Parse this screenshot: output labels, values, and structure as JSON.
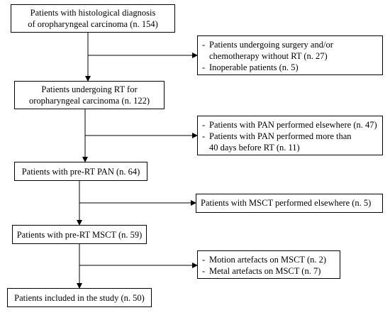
{
  "flow": {
    "steps": [
      {
        "lines": [
          "Patients with histological diagnosis",
          "of oropharyngeal carcinoma (n. 154)"
        ]
      },
      {
        "lines": [
          "Patients undergoing RT for",
          "oropharyngeal carcinoma (n. 122)"
        ]
      },
      {
        "lines": [
          "Patients with pre-RT PAN (n. 64)"
        ]
      },
      {
        "lines": [
          "Patients with pre-RT MSCT (n. 59)"
        ]
      },
      {
        "lines": [
          "Patients included in the study (n. 50)"
        ]
      }
    ],
    "exclusions": [
      {
        "items": [
          [
            "Patients undergoing surgery and/or",
            "chemotherapy without RT (n. 27)"
          ],
          [
            "Inoperable patients (n. 5)"
          ]
        ]
      },
      {
        "items": [
          [
            "Patients with PAN performed elsewhere (n. 47)"
          ],
          [
            "Patients with PAN performed more than",
            "40 days before RT (n. 11)"
          ]
        ]
      },
      {
        "items": [
          [
            "Patients with MSCT performed elsewhere (n. 5)"
          ]
        ]
      },
      {
        "items": [
          [
            "Motion artefacts on MSCT (n. 2)"
          ],
          [
            "Metal artefacts on MSCT (n. 7)"
          ]
        ]
      }
    ],
    "bullet": "-"
  }
}
